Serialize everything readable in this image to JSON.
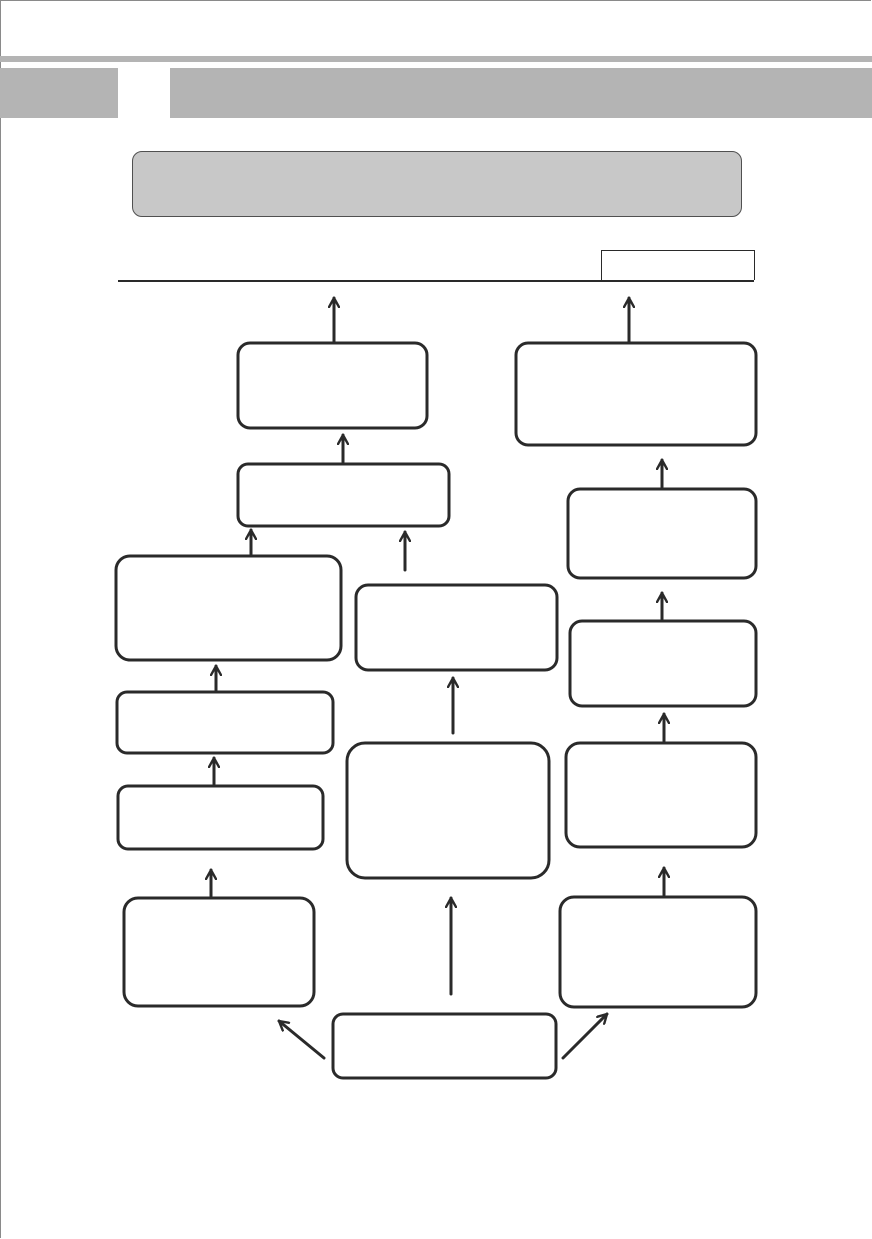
{
  "header": {
    "tab_label": "",
    "title": ""
  },
  "section": {
    "label": ""
  },
  "nodes": [
    {
      "id": "top-left",
      "text": ""
    },
    {
      "id": "top-right",
      "text": ""
    },
    {
      "id": "left-merge",
      "text": ""
    },
    {
      "id": "left-upper",
      "text": ""
    },
    {
      "id": "left-mid",
      "text": ""
    },
    {
      "id": "left-lower",
      "text": ""
    },
    {
      "id": "left-base",
      "text": ""
    },
    {
      "id": "center-upper",
      "text": ""
    },
    {
      "id": "center-lower",
      "text": ""
    },
    {
      "id": "right-upper",
      "text": ""
    },
    {
      "id": "right-mid",
      "text": ""
    },
    {
      "id": "right-lower",
      "text": ""
    },
    {
      "id": "right-base",
      "text": ""
    },
    {
      "id": "root",
      "text": ""
    }
  ]
}
